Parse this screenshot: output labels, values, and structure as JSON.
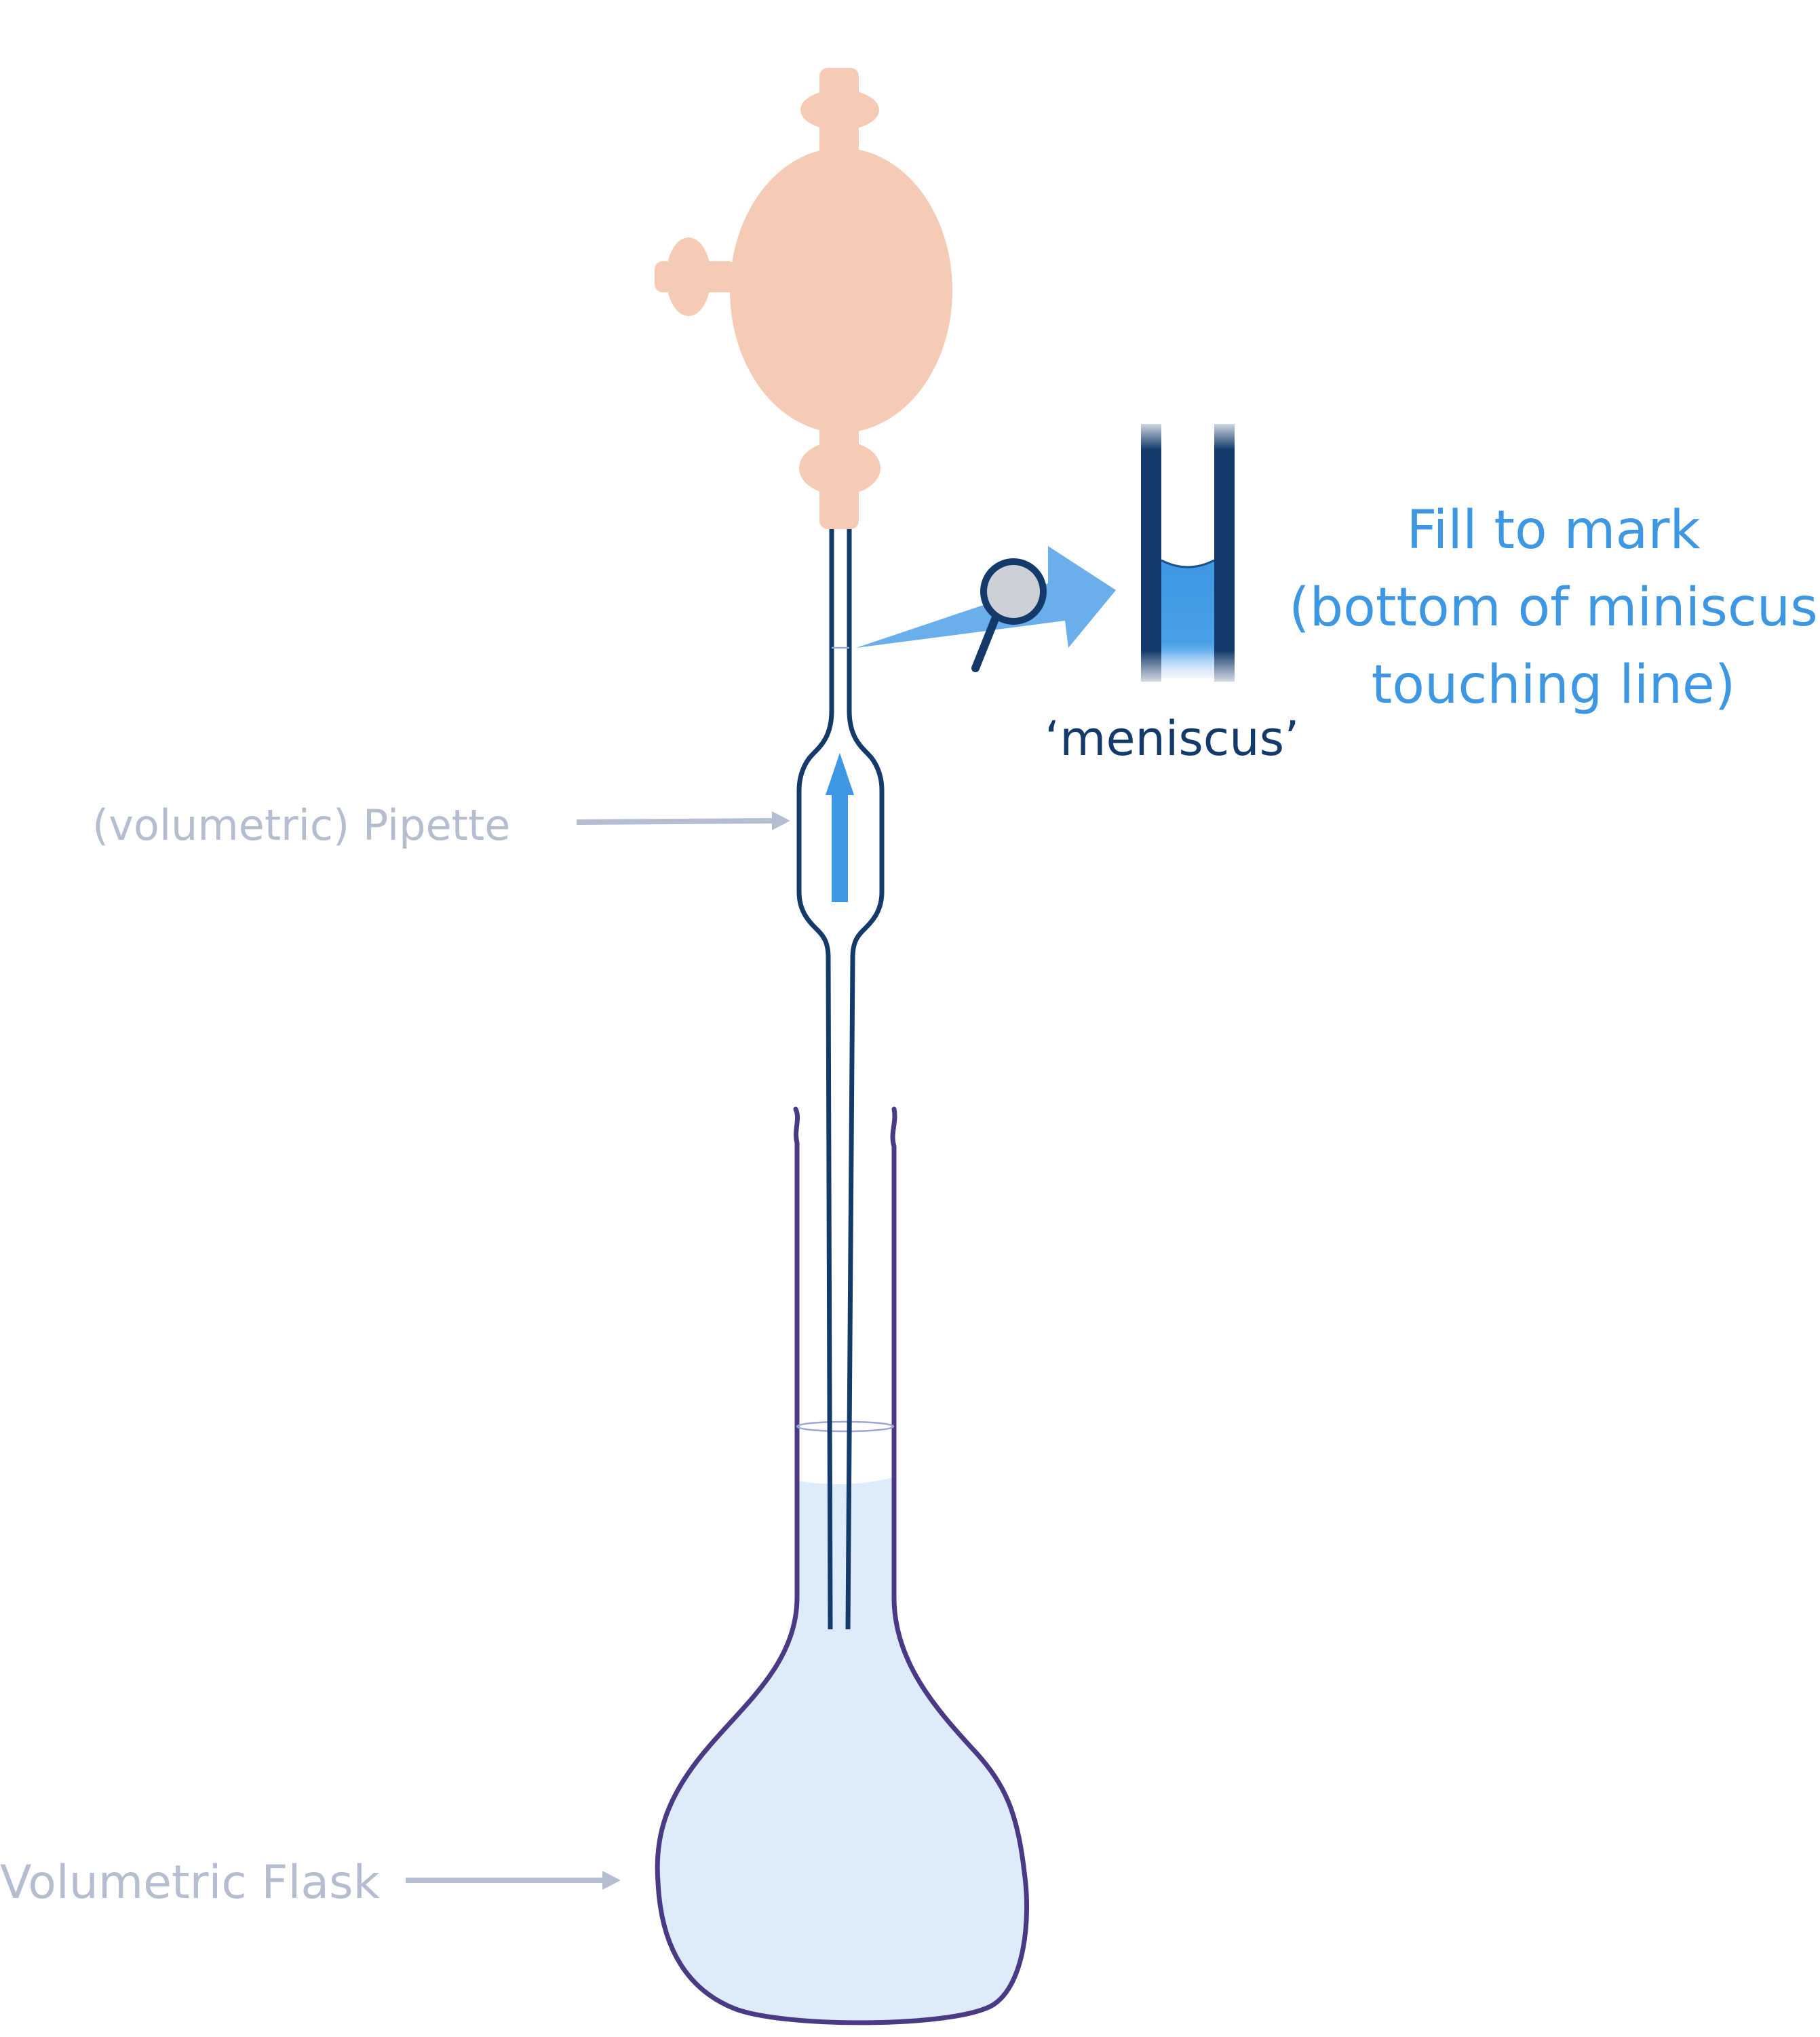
{
  "labels": {
    "pipette": "(volumetric) Pipette",
    "flask": "Volumetric Flask",
    "meniscus": "‘meniscus’",
    "instruction_line1": "Fill to mark",
    "instruction_line2": "(bottom of miniscus",
    "instruction_line3": "touching line)"
  },
  "icons": {
    "pipette_filler": "pipette-filler-bulb-icon",
    "magnifier": "magnifying-glass-icon",
    "zoom_arrow": "zoom-arrow-icon",
    "flow_arrow": "upward-flow-arrow-icon"
  },
  "colors": {
    "filler_bulb": "#f6cbb5",
    "pipette_outline": "#143a6b",
    "flask_outline": "#4a3a86",
    "liquid": "#deebf9",
    "accent_blue": "#3d97e3",
    "label_grey": "#b5bed0"
  }
}
